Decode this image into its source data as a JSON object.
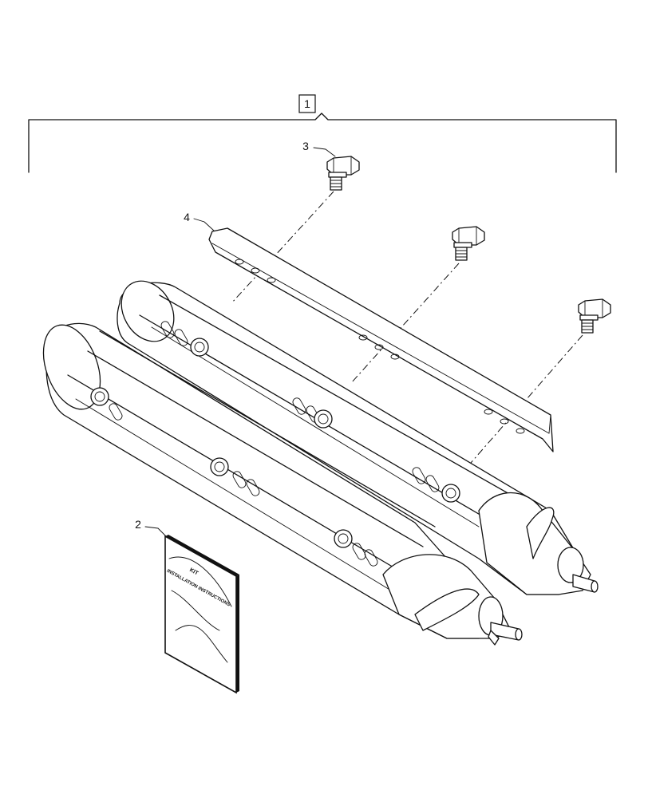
{
  "callouts": {
    "item_1": "1",
    "item_2": "2",
    "item_3": "3",
    "item_4": "4"
  },
  "booklet": {
    "line1": "KIT",
    "line2": "INSTALLATION INSTRUCTIONS"
  },
  "colors": {
    "line": "#111111",
    "background": "#ffffff"
  }
}
